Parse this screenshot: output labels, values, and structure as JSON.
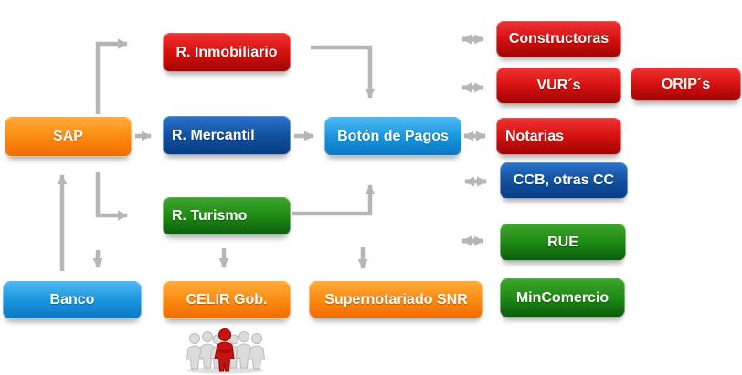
{
  "diagram": {
    "title": "",
    "nodes": {
      "sap": {
        "label": "SAP",
        "color_key": "orange"
      },
      "r_inmobiliario": {
        "label": "R. Inmobiliario",
        "color_key": "red"
      },
      "r_mercantil": {
        "label": "R. Mercantil",
        "color_key": "blue_dark"
      },
      "r_turismo": {
        "label": "R. Turismo",
        "color_key": "green"
      },
      "boton_de_pagos": {
        "label": "Botón de Pagos",
        "color_key": "blue_light"
      },
      "banco": {
        "label": "Banco",
        "color_key": "blue_light"
      },
      "celir": {
        "label": "CELIR Gob.",
        "color_key": "orange"
      },
      "supernotariado": {
        "label": "Supernotariado SNR",
        "color_key": "orange"
      },
      "constructoras": {
        "label": "Constructoras",
        "color_key": "red"
      },
      "vurs": {
        "label": "VUR´s",
        "color_key": "red"
      },
      "orips": {
        "label": "ORIP´s",
        "color_key": "red"
      },
      "notarias": {
        "label": "Notarias",
        "color_key": "red"
      },
      "ccb": {
        "label": "CCB, otras CC",
        "color_key": "blue_dark"
      },
      "rue": {
        "label": "RUE",
        "color_key": "green"
      },
      "mincomercio": {
        "label": "MinComercio",
        "color_key": "green"
      }
    },
    "edges": [
      {
        "from": "SAP",
        "to": "R. Inmobiliario",
        "type": "one-way"
      },
      {
        "from": "SAP",
        "to": "R. Mercantil",
        "type": "one-way"
      },
      {
        "from": "SAP",
        "to": "R. Turismo",
        "type": "one-way"
      },
      {
        "from": "Banco",
        "to": "SAP",
        "type": "one-way"
      },
      {
        "from": "SAP",
        "to": "Banco",
        "type": "one-way"
      },
      {
        "from": "R. Inmobiliario",
        "to": "Botón de Pagos",
        "type": "one-way"
      },
      {
        "from": "R. Mercantil",
        "to": "Botón de Pagos",
        "type": "one-way"
      },
      {
        "from": "R. Turismo",
        "to": "Botón de Pagos",
        "type": "one-way"
      },
      {
        "from": "R. Turismo",
        "to": "CELIR Gob.",
        "type": "one-way"
      },
      {
        "from": "Botón de Pagos",
        "to": "Supernotariado SNR",
        "type": "one-way"
      },
      {
        "from": "Botón de Pagos",
        "to": "Constructoras",
        "type": "two-way"
      },
      {
        "from": "Botón de Pagos",
        "to": "VUR´s",
        "type": "two-way"
      },
      {
        "from": "Botón de Pagos",
        "to": "Notarias",
        "type": "two-way"
      },
      {
        "from": "Botón de Pagos",
        "to": "CCB, otras CC",
        "type": "two-way"
      },
      {
        "from": "Botón de Pagos",
        "to": "RUE",
        "type": "two-way"
      }
    ],
    "colors": {
      "red": "#d81111",
      "orange": "#fb8b10",
      "blue_light": "#1a95de",
      "blue_dark": "#11519f",
      "green": "#1e8a14",
      "arrow_gray": "#b6b6b6",
      "text": "#ffffff",
      "background": "#ffffff"
    },
    "icons": {
      "people_group": "people-group-icon"
    }
  }
}
